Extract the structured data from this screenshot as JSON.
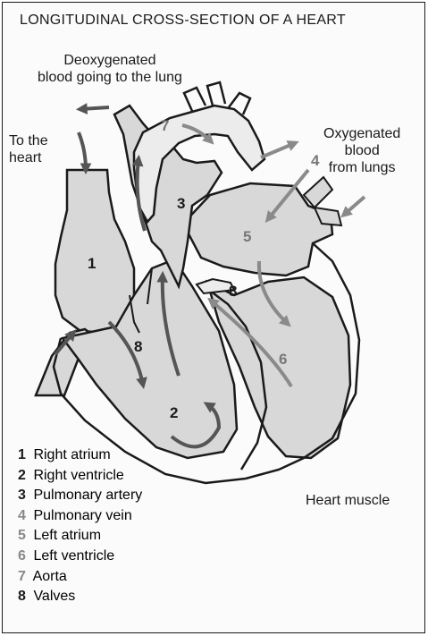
{
  "title": "LONGITUDINAL CROSS-SECTION OF A HEART",
  "labels": {
    "deoxygenated_line1": "Deoxygenated",
    "deoxygenated_line2": "blood going to the lung",
    "to_heart_line1": "To the",
    "to_heart_line2": "heart",
    "oxygenated_line1": "Oxygenated",
    "oxygenated_line2": "blood",
    "oxygenated_line3": "from lungs",
    "heart_muscle": "Heart muscle"
  },
  "diagram_numbers": {
    "n1": "1",
    "n2": "2",
    "n3": "3",
    "n4": "4",
    "n5": "5",
    "n6": "6",
    "n7": "7",
    "n8a": "8",
    "n8b": "8"
  },
  "legend": [
    {
      "num": "1",
      "text": "Right atrium",
      "color": "#1a1a1a"
    },
    {
      "num": "2",
      "text": "Right ventricle",
      "color": "#1a1a1a"
    },
    {
      "num": "3",
      "text": "Pulmonary artery",
      "color": "#1a1a1a"
    },
    {
      "num": "4",
      "text": "Pulmonary vein",
      "color": "#888888"
    },
    {
      "num": "5",
      "text": "Left atrium",
      "color": "#888888"
    },
    {
      "num": "6",
      "text": "Left ventricle",
      "color": "#888888"
    },
    {
      "num": "7",
      "text": "Aorta",
      "color": "#888888"
    },
    {
      "num": "8",
      "text": "Valves",
      "color": "#1a1a1a"
    }
  ],
  "colors": {
    "outline": "#1a1a1a",
    "chamber_fill": "#d8d8d8",
    "arrow_dark": "#555555",
    "arrow_gray": "#8a8a8a"
  }
}
